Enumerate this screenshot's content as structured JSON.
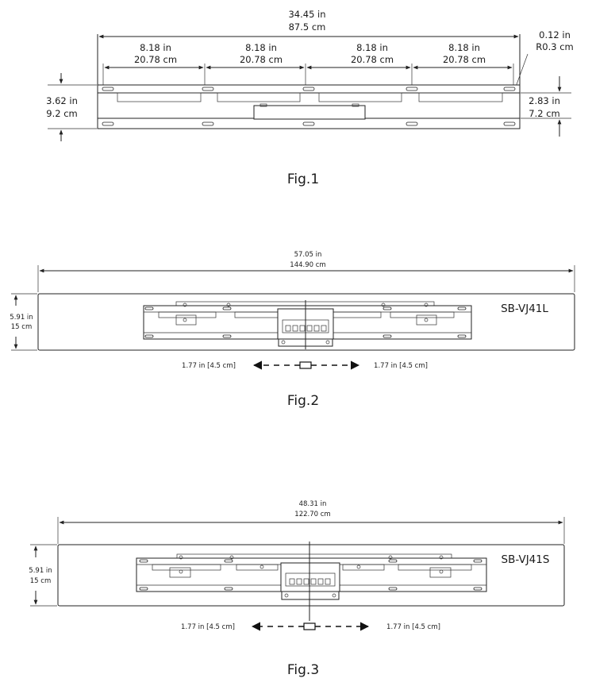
{
  "fig1": {
    "caption": "Fig.1",
    "overall_width_in": "34.45 in",
    "overall_width_cm": "87.5 cm",
    "spacing_in": "8.18 in",
    "spacing_cm": "20.78 cm",
    "radius_in": "0.12 in",
    "radius_cm": "R0.3 cm",
    "left_height_in": "3.62 in",
    "left_height_cm": "9.2 cm",
    "right_height_in": "2.83 in",
    "right_height_cm": "7.2 cm"
  },
  "fig2": {
    "caption": "Fig.2",
    "model": "SB-VJ41L",
    "width_in": "57.05 in",
    "width_cm": "144.90 cm",
    "height_in": "5.91 in",
    "height_cm": "15 cm",
    "offset_left": "1.77 in  [4.5 cm]",
    "offset_right": "1.77 in  [4.5 cm]"
  },
  "fig3": {
    "caption": "Fig.3",
    "model": "SB-VJ41S",
    "width_in": "48.31 in",
    "width_cm": "122.70 cm",
    "height_in": "5.91 in",
    "height_cm": "15 cm",
    "offset_left": "1.77 in  [4.5 cm]",
    "offset_right": "1.77 in  [4.5 cm]"
  }
}
